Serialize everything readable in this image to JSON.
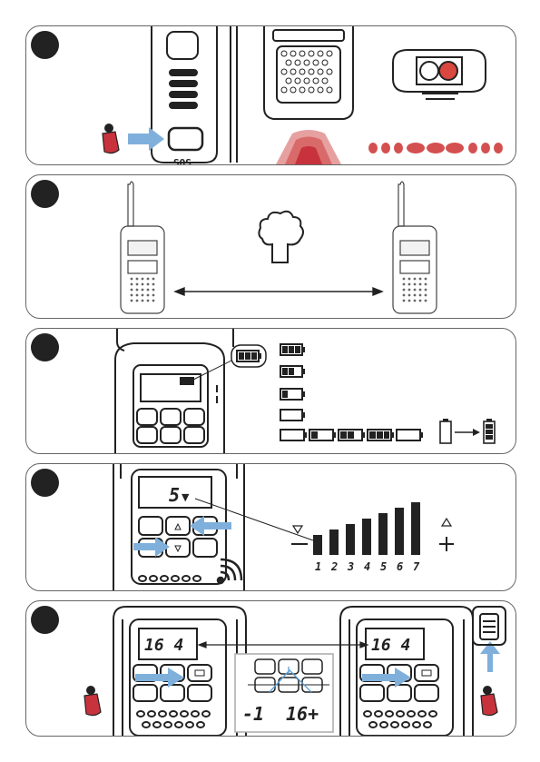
{
  "panel1": {
    "sos_label": "SOS"
  },
  "panel4": {
    "lcd": "5",
    "levels": [
      "1",
      "2",
      "3",
      "4",
      "5",
      "6",
      "7"
    ]
  },
  "panel5": {
    "lcd_left": "16 4",
    "lcd_right": "16 4",
    "minus_value": "-1",
    "plus_value": "16+"
  },
  "colors": {
    "accent_blue": "#7fb0dc",
    "red": "#c8323c",
    "panel_border": "#666666"
  }
}
